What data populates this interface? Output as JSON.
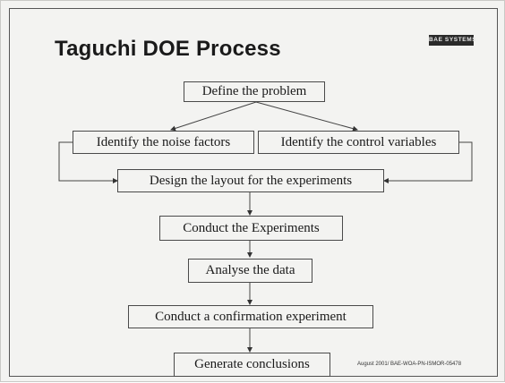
{
  "slide": {
    "title": "Taguchi DOE Process",
    "logo_text": "BAE SYSTEMS",
    "footer": "August 2001/ BAE-WOA-PN-ISMOR-05478"
  },
  "flow": {
    "define_problem": "Define the problem",
    "noise_factors": "Identify the noise factors",
    "control_variables": "Identify the control variables",
    "design_layout": "Design the layout for the experiments",
    "conduct_experiments": "Conduct the Experiments",
    "analyse_data": "Analyse the data",
    "confirmation_experiment": "Conduct a confirmation experiment",
    "generate_conclusions": "Generate conclusions"
  },
  "colors": {
    "background": "#f3f3f1",
    "box_border": "#4a4a4a",
    "logo_background": "#2a2a2a"
  }
}
